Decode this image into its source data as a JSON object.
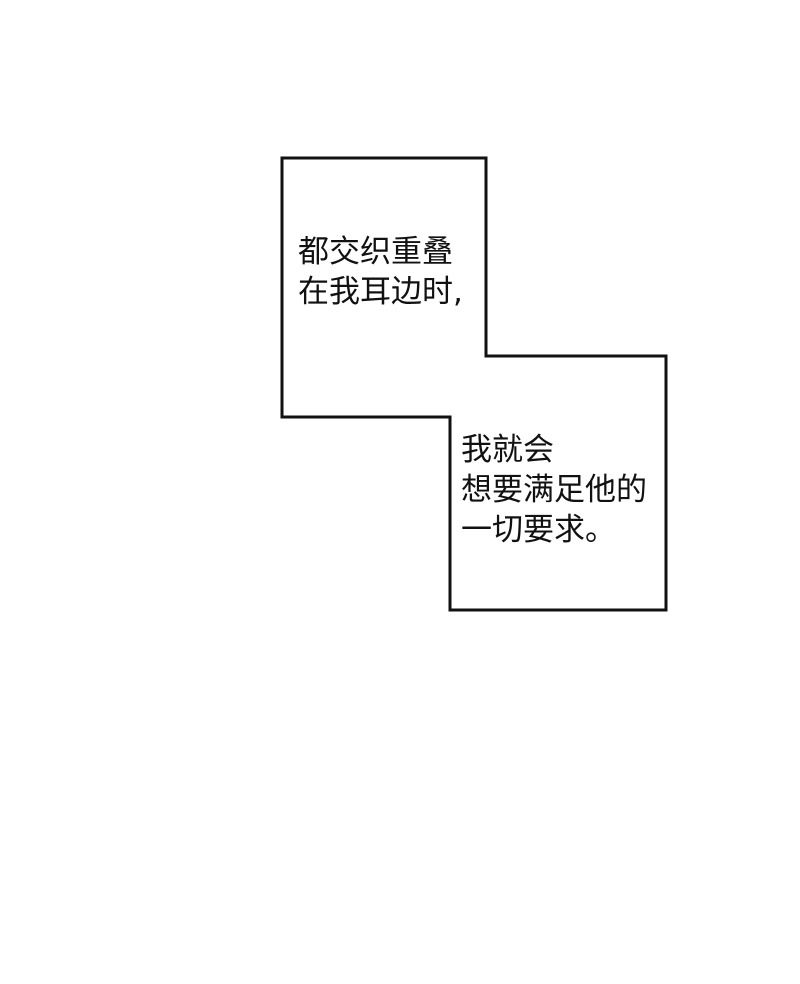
{
  "comic": {
    "caption_box_color": "#111111",
    "caption_box_fill": "#ffffff",
    "captions": [
      {
        "lines": [
          "都交织重叠",
          "在我耳边时,"
        ]
      },
      {
        "lines": [
          "我就会",
          "想要满足他的",
          "一切要求。"
        ]
      }
    ]
  }
}
